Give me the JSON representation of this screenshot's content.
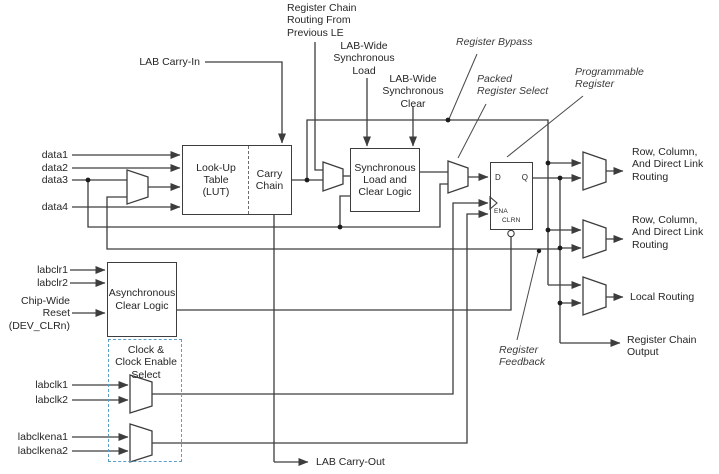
{
  "figure": {
    "inputs": {
      "data1": "data1",
      "data2": "data2",
      "data3": "data3",
      "data4": "data4",
      "labclr1": "labclr1",
      "labclr2": "labclr2",
      "chip_wide_reset": "Chip-Wide\nReset\n(DEV_CLRn)",
      "labclk1": "labclk1",
      "labclk2": "labclk2",
      "labclkena1": "labclkena1",
      "labclkena2": "labclkena2",
      "lab_carry_in": "LAB Carry-In",
      "register_chain_in": "Register Chain\nRouting From\nPrevious LE",
      "sync_load": "LAB-Wide\nSynchronous\nLoad",
      "sync_clear": "LAB-Wide\nSynchronous\nClear"
    },
    "blocks": {
      "lut": "Look-Up\nTable\n(LUT)",
      "carry_chain": "Carry\nChain",
      "sync_logic": "Synchronous\nLoad and\nClear Logic",
      "async_clear": "Asynchronous\nClear Logic",
      "clock_select": "Clock &\nClock Enable\nSelect",
      "register": {
        "d": "D",
        "q": "Q",
        "ena": "ENA",
        "clrn": "CLRN"
      }
    },
    "annotations": {
      "register_bypass": "Register Bypass",
      "packed_register_select": "Packed\nRegister Select",
      "programmable_register": "Programmable\nRegister",
      "register_feedback": "Register\nFeedback"
    },
    "outputs": {
      "row_column_1": "Row, Column,\nAnd Direct Link\nRouting",
      "row_column_2": "Row, Column,\nAnd Direct Link\nRouting",
      "local_routing": "Local Routing",
      "register_chain_out": "Register Chain\nOutput",
      "lab_carry_out": "LAB Carry-Out"
    },
    "colors": {
      "line": "#3d3d3d",
      "text": "#262626",
      "clock_box_border": "#5b9fc4"
    }
  }
}
